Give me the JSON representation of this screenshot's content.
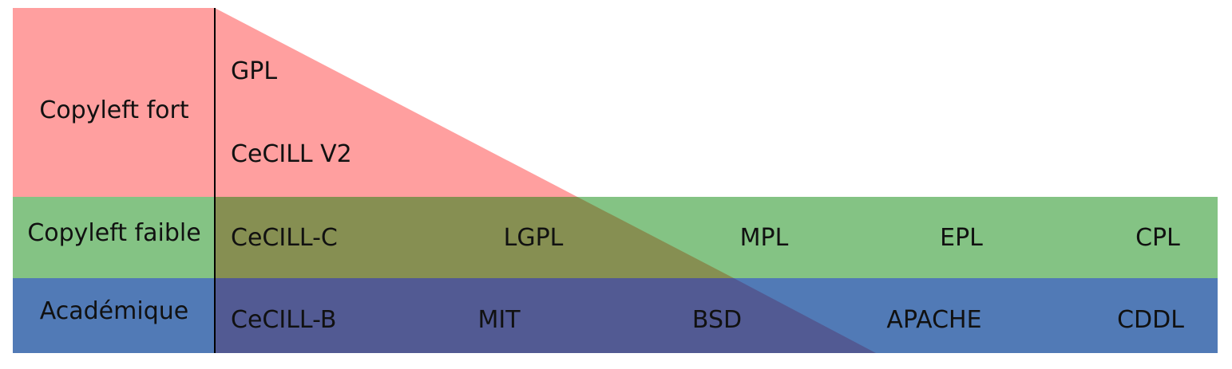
{
  "colors": {
    "strong": "#ff9f9f",
    "weak": "#84c384",
    "academic": "#517ab6",
    "overlay_triangle": "#ef6e6e",
    "strong_weak_overlap": "#868f52",
    "strong_academic_overlap": "#525a93",
    "divider": "#000000"
  },
  "categories": {
    "strong": "Copyleft fort",
    "weak": "Copyleft faible",
    "academic": "Académique"
  },
  "licenses": {
    "gpl": "GPL",
    "cecill_v2": "CeCILL V2",
    "cecill_c": "CeCILL-C",
    "lgpl": "LGPL",
    "mpl": "MPL",
    "epl": "EPL",
    "cpl": "CPL",
    "cecill_b": "CeCILL-B",
    "mit": "MIT",
    "bsd": "BSD",
    "apache": "APACHE",
    "cddl": "CDDL"
  }
}
